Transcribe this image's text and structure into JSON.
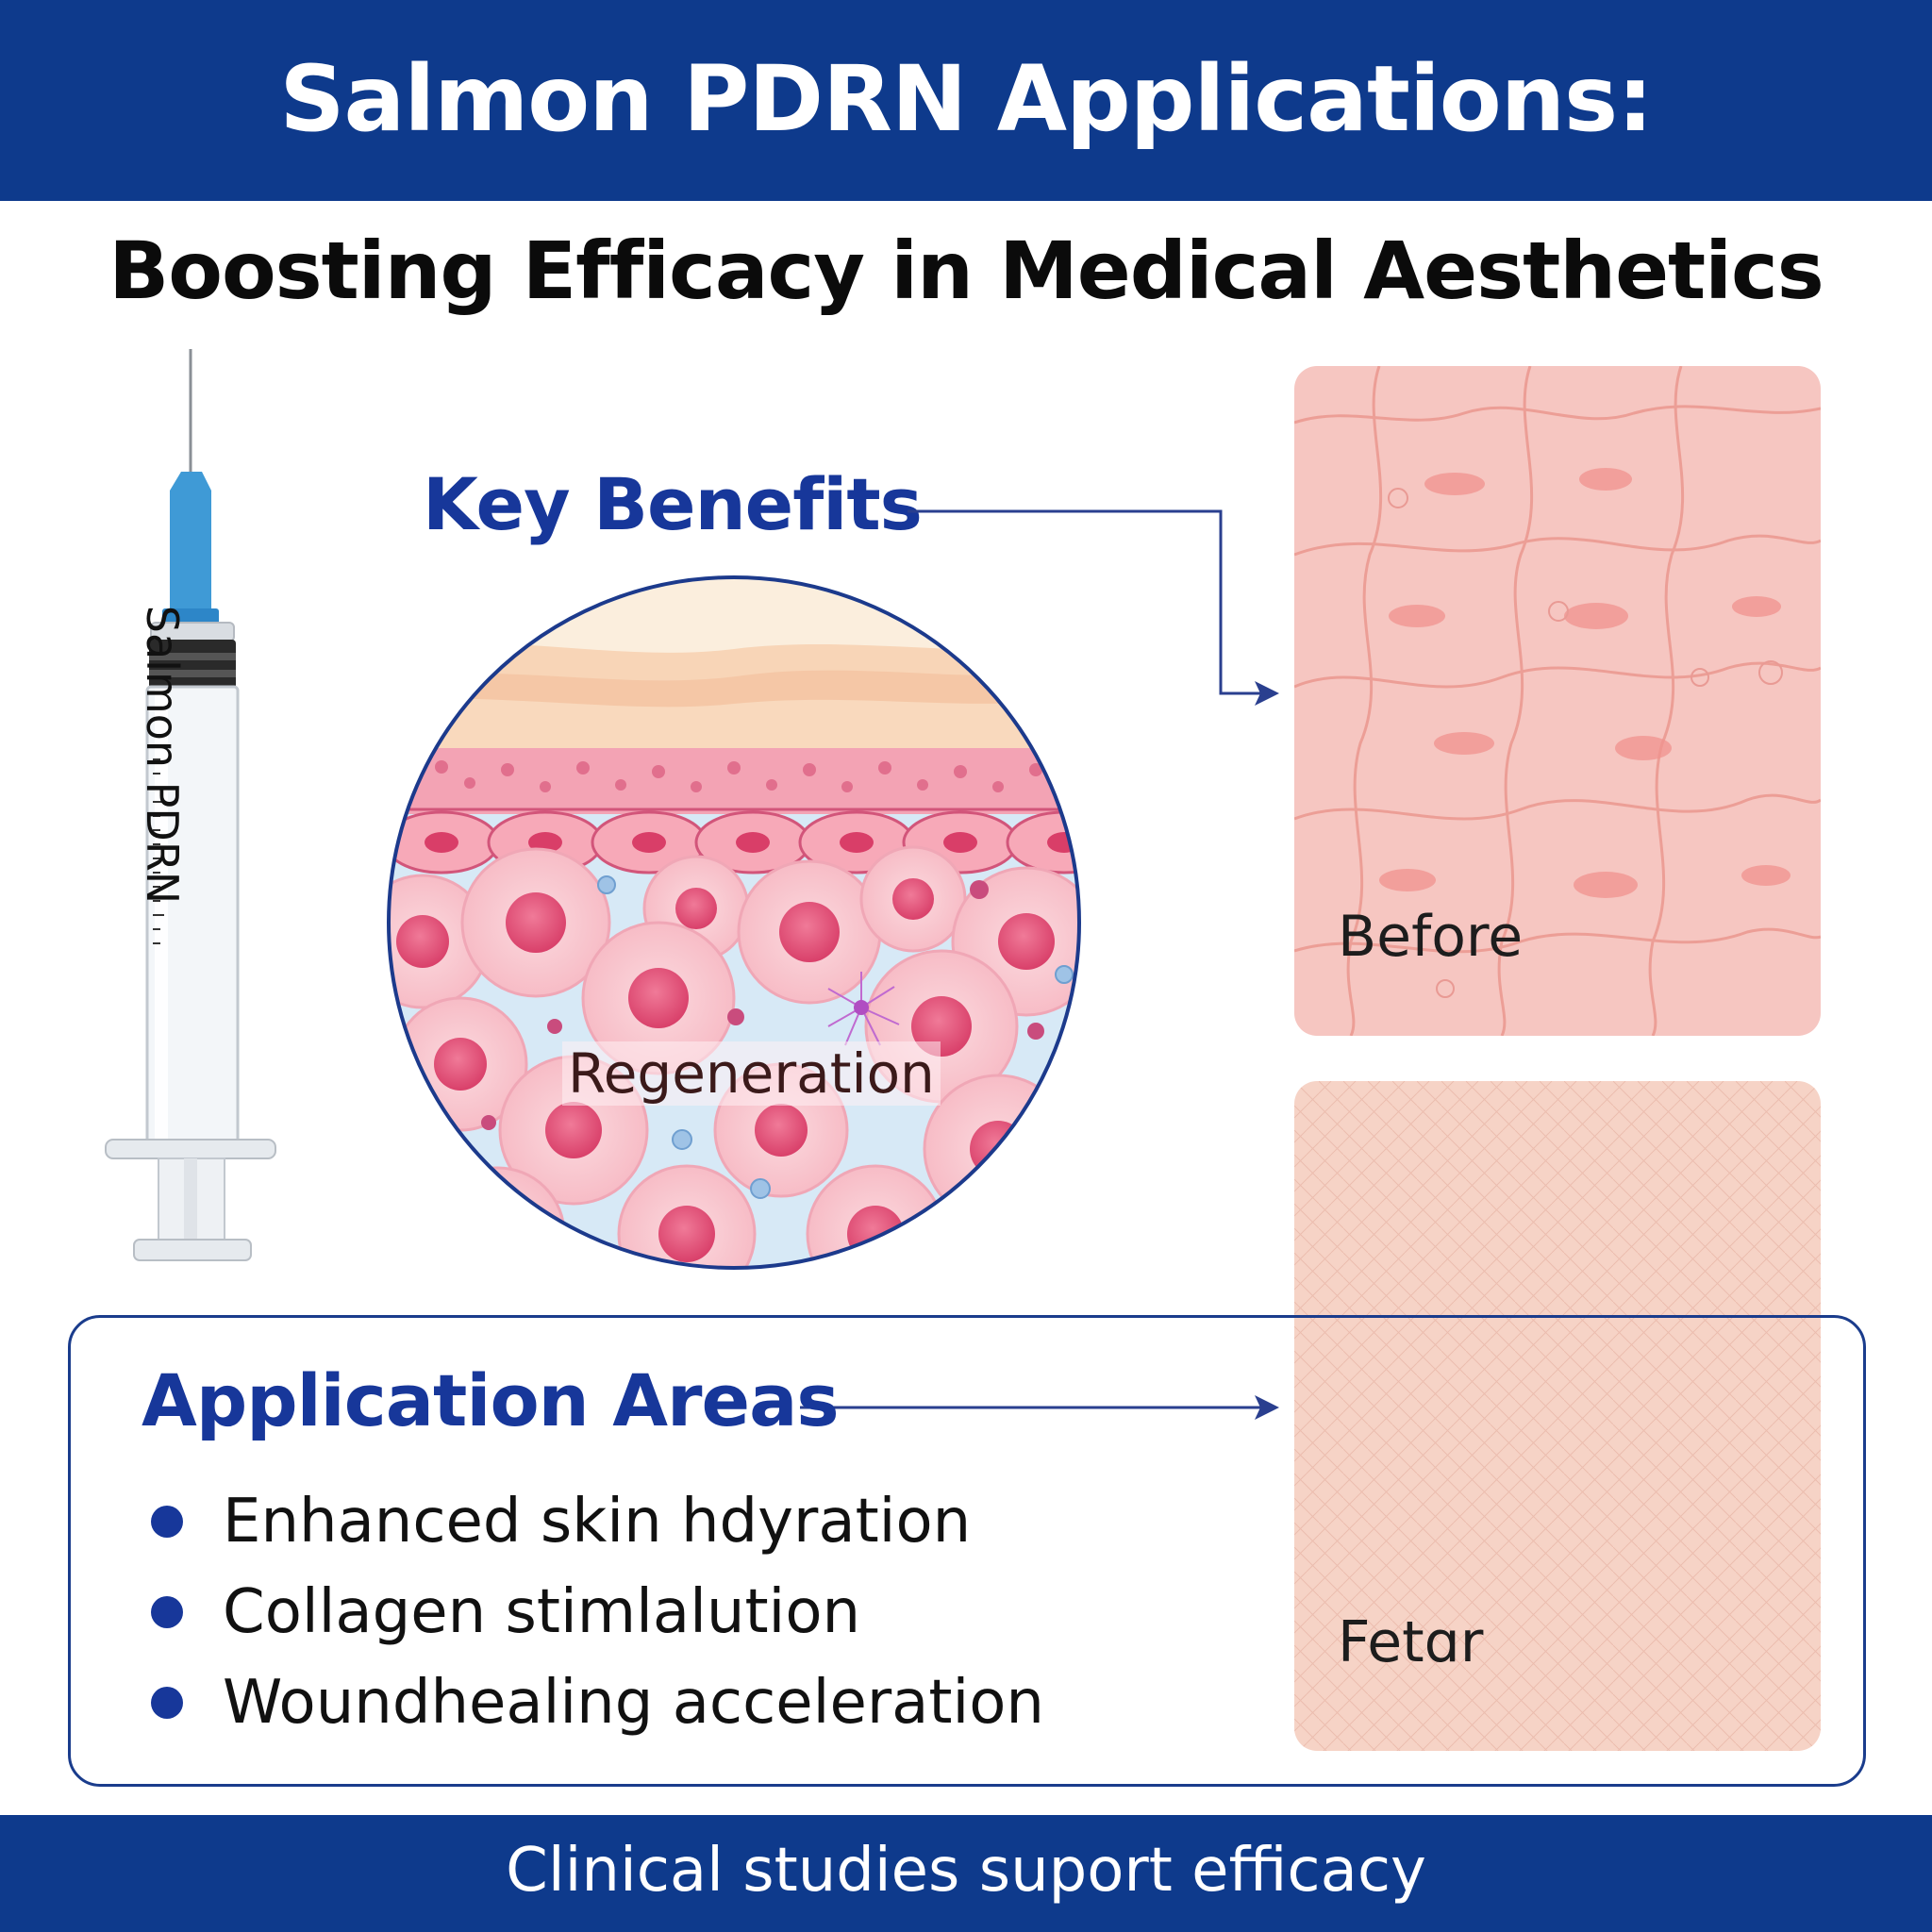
{
  "header": {
    "title": "Salmon PDRN Applications:"
  },
  "subtitle": "Boosting Efficacy in Medical Aesthetics",
  "syringe": {
    "label": "Salmon PDRN"
  },
  "benefits": {
    "title": "Key Benefits",
    "circle_label": "Regeneration"
  },
  "panels": {
    "before_label": "Before",
    "after_label": "Fetɑr"
  },
  "applications": {
    "title": "Application Areas",
    "items": [
      "Enhanced skin hdyration",
      "Collagen stimlalution",
      "Woundhealing acceleration"
    ]
  },
  "footer": {
    "text": "Clinical studies suport efficacy"
  },
  "colors": {
    "brand_blue": "#0e3a8c",
    "heading_blue": "#17379a",
    "skin_pink": "#f4b8b4"
  }
}
